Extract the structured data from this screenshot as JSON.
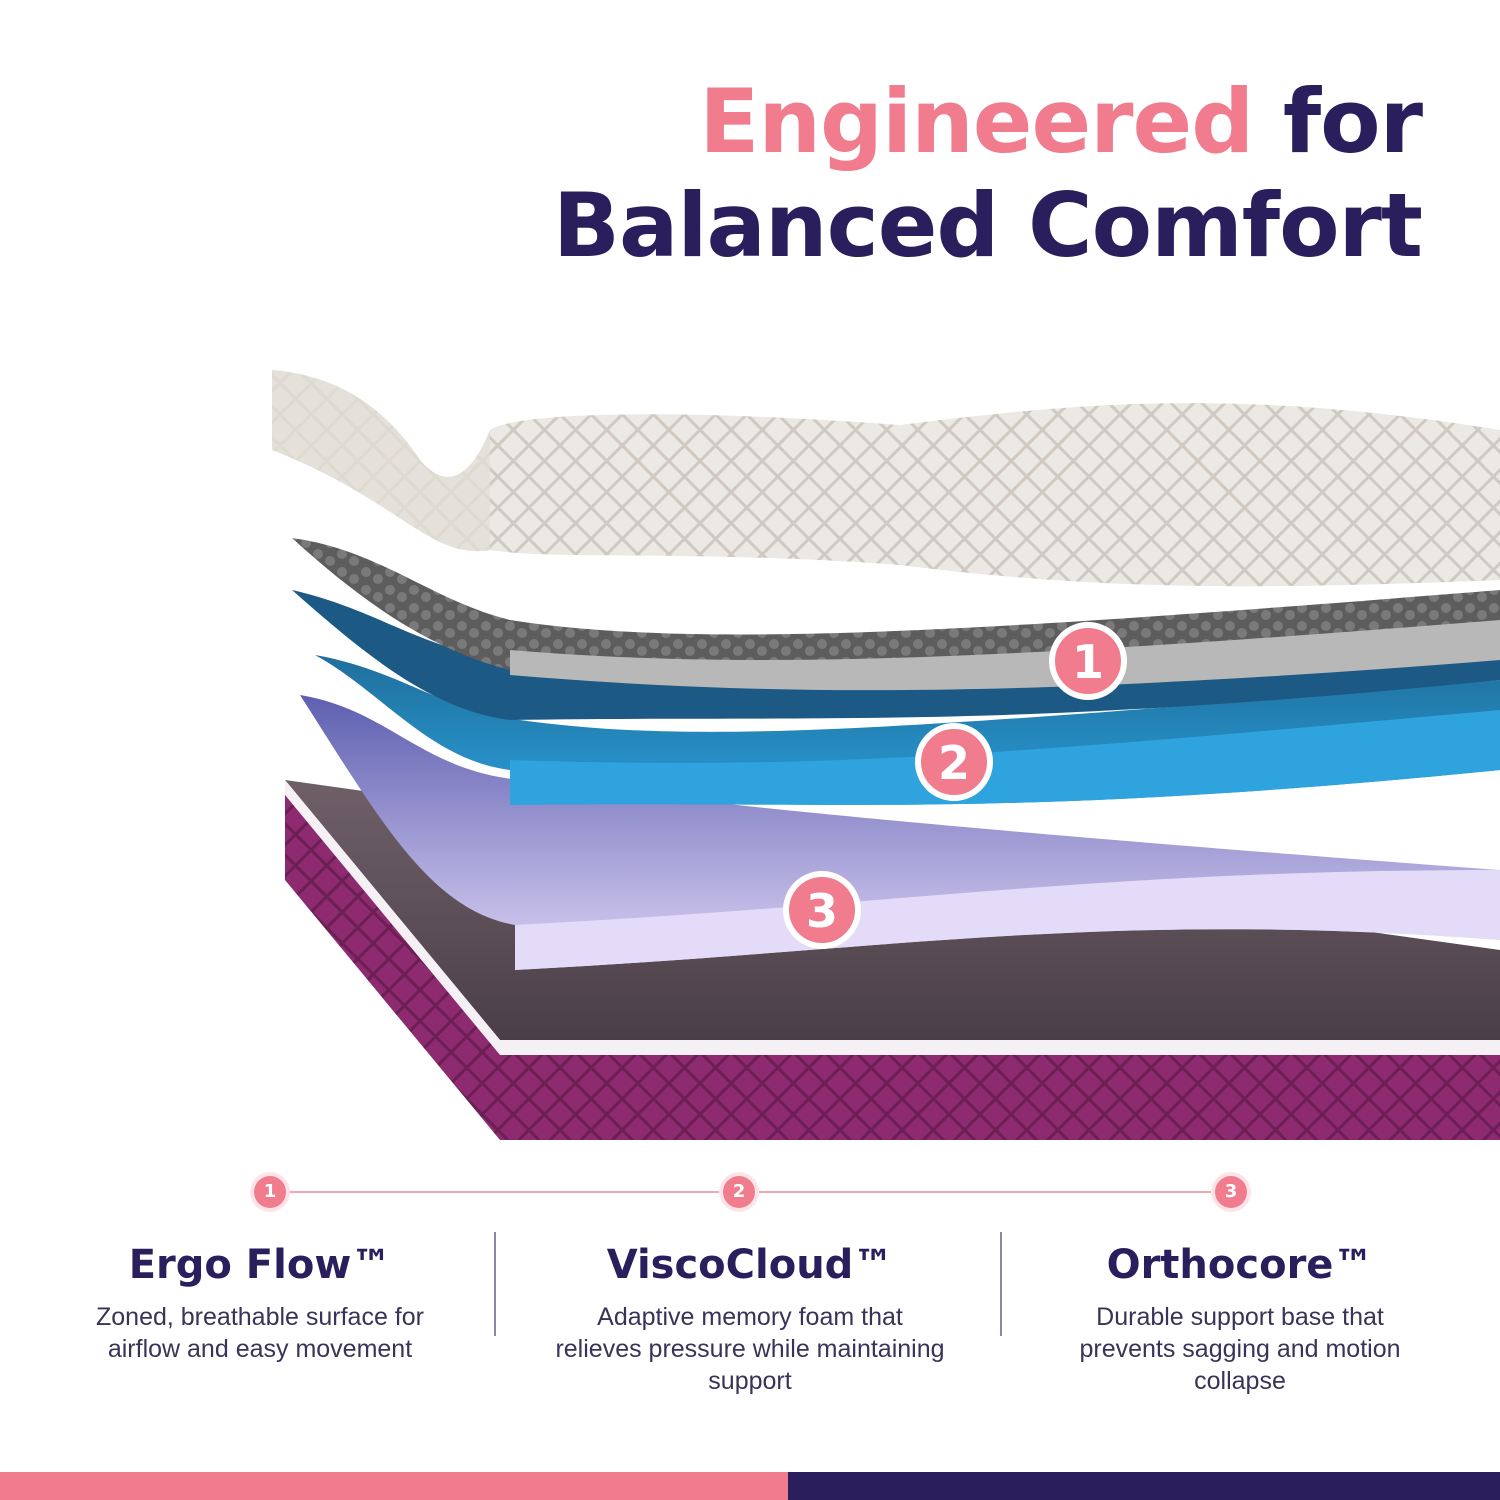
{
  "headline": {
    "accent": "Engineered",
    "rest": "for",
    "line2": "Balanced Comfort"
  },
  "layers": [
    {
      "number": "1",
      "title": "Ergo Flow™",
      "description": "Zoned, breathable surface for airflow and easy movement"
    },
    {
      "number": "2",
      "title": "ViscoCloud™",
      "description": "Adaptive memory foam that relieves pressure while maintaining support"
    },
    {
      "number": "3",
      "title": "Orthocore™",
      "description": "Durable support base that prevents sagging and motion collapse"
    }
  ],
  "colors": {
    "accent_pink": "#f07c8d",
    "navy": "#2a1f5c",
    "blue_layer": "#2a9bd6",
    "lavender_layer": "#ddd3f5",
    "base_purple": "#8e2a6f",
    "gray_foam": "#6b6b6b",
    "cover_white": "#ece8e3"
  }
}
